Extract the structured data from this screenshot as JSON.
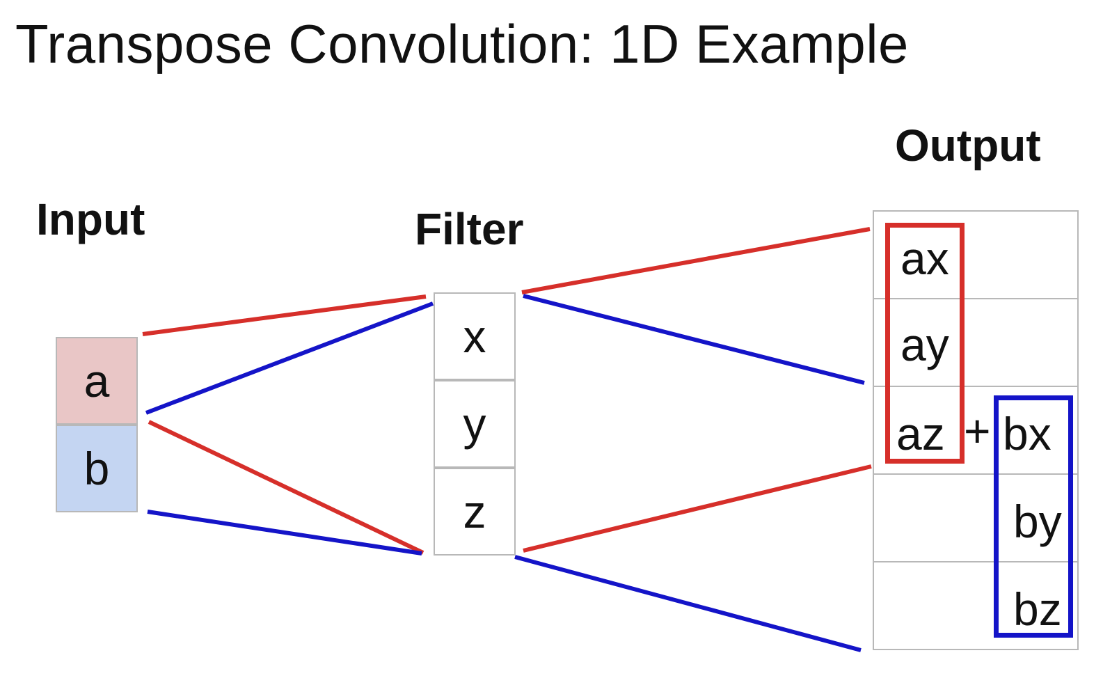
{
  "title": "Transpose Convolution: 1D Example",
  "labels": {
    "input": "Input",
    "filter": "Filter",
    "output": "Output"
  },
  "input_cells": [
    "a",
    "b"
  ],
  "filter_cells": [
    "x",
    "y",
    "z"
  ],
  "output_cells": {
    "row1": "ax",
    "row2": "ay",
    "row3_left": "az",
    "row3_plus": "+",
    "row3_right": "bx",
    "row4": "by",
    "row5": "bz"
  },
  "colors": {
    "input_a_fill": "#e9c6c6",
    "input_b_fill": "#c4d5f2",
    "red": "#d62f2a",
    "blue": "#1414c8",
    "grid": "#b8b8b8"
  }
}
